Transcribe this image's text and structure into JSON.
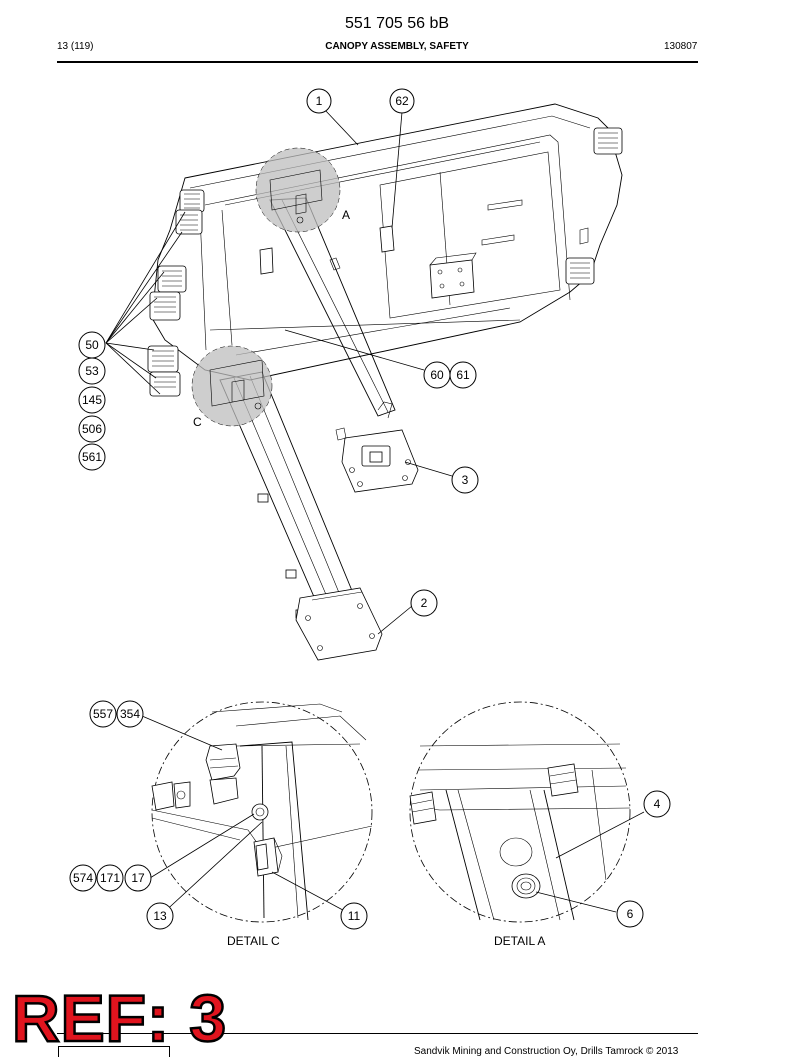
{
  "header": {
    "doc_number": "551 705 56 bB",
    "page": "13 (119)",
    "title": "CANOPY ASSEMBLY, SAFETY",
    "date_code": "130807"
  },
  "callouts": {
    "c1": "1",
    "c62": "62",
    "c50": "50",
    "c53": "53",
    "c145": "145",
    "c506": "506",
    "c561": "561",
    "c60": "60",
    "c61": "61",
    "c3": "3",
    "c2": "2",
    "c557": "557",
    "c354": "354",
    "c574": "574",
    "c171": "171",
    "c17": "17",
    "c13": "13",
    "c11": "11",
    "c4": "4",
    "c6": "6"
  },
  "detail_letters": {
    "a": "A",
    "c": "C"
  },
  "detail_captions": {
    "c": "DETAIL  C",
    "a": "DETAIL  A"
  },
  "stamp": {
    "text": "REF: 3",
    "color": "#e0141e"
  },
  "footer": {
    "copyright": "Sandvik Mining and Construction Oy, Drills Tamrock © 2013"
  }
}
